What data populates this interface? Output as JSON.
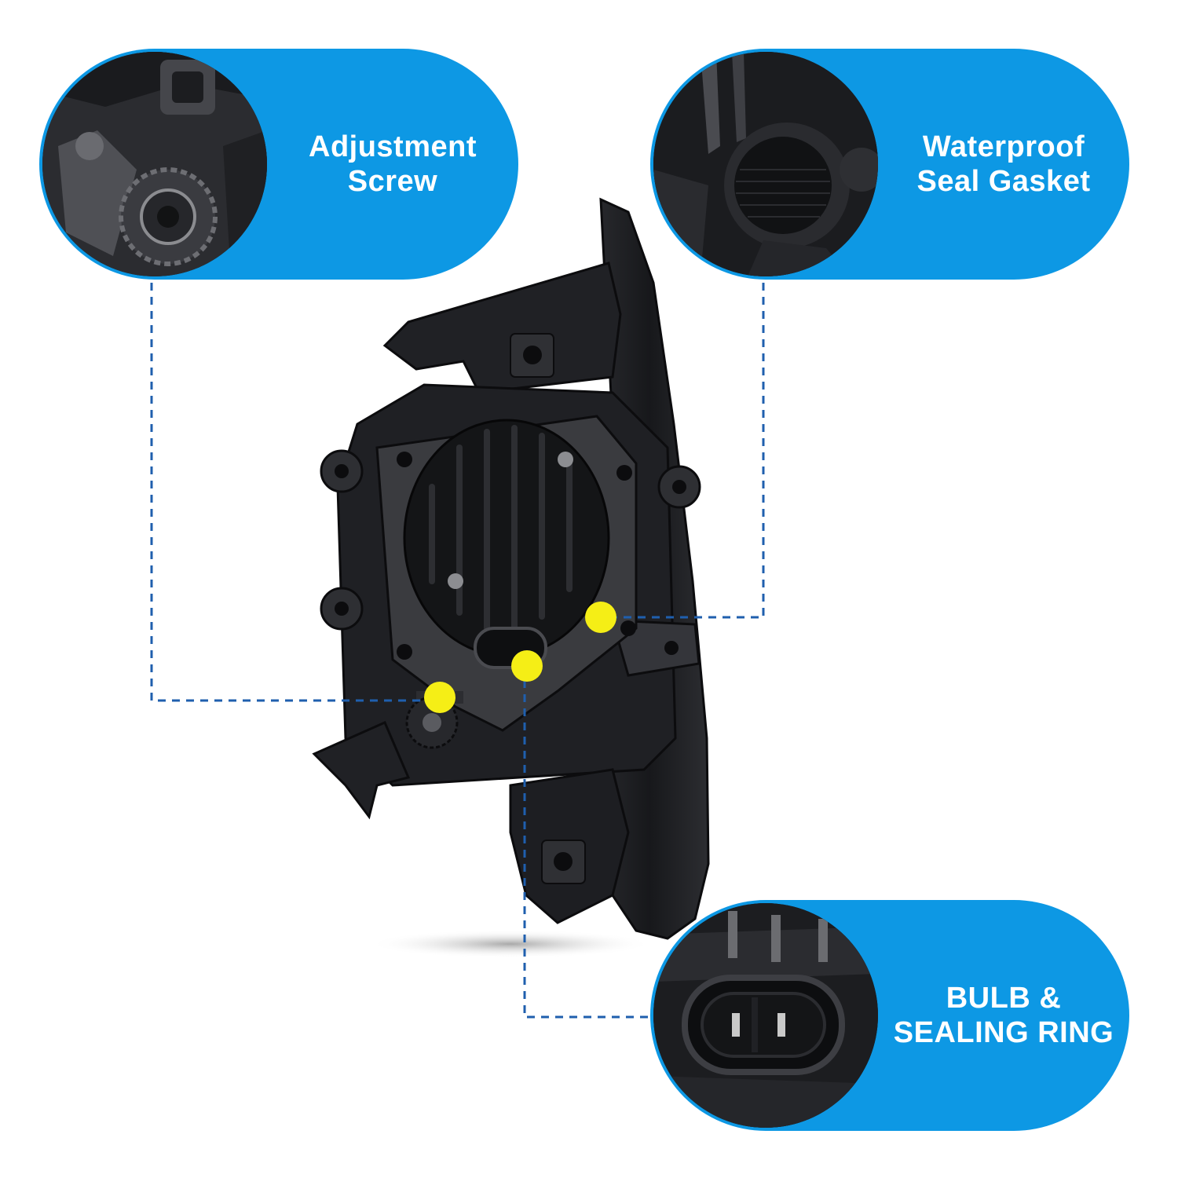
{
  "callouts": {
    "adjustment": {
      "line1": "Adjustment",
      "line2": "Screw",
      "photo_icon": "adjustment-screw-closeup"
    },
    "gasket": {
      "line1": "Waterproof",
      "line2": "Seal Gasket",
      "photo_icon": "seal-gasket-closeup"
    },
    "bulb": {
      "line1": "BULB &",
      "line2": "SEALING RING",
      "photo_icon": "bulb-connector-closeup"
    }
  },
  "product": {
    "image_icon": "fog-light-housing-rear-view"
  },
  "colors": {
    "callout_blue": "#0d98e4",
    "leader_blue": "#1f5fae",
    "marker_yellow": "#f5ee16",
    "housing_black": "#1c1d20"
  }
}
